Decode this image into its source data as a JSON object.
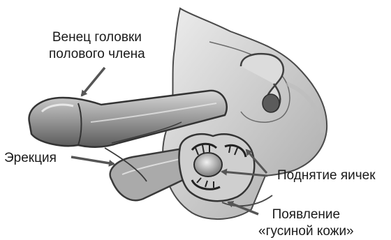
{
  "labels": {
    "corona_line1": "Венец головки",
    "corona_line2": "полового члена",
    "erection": "Эрекция",
    "testes": "Поднятие яичек",
    "goosebumps_line1": "Появление",
    "goosebumps_line2": "«гусиной кожи»"
  },
  "colors": {
    "arrow": "#555555",
    "text": "#1a1a1a"
  }
}
